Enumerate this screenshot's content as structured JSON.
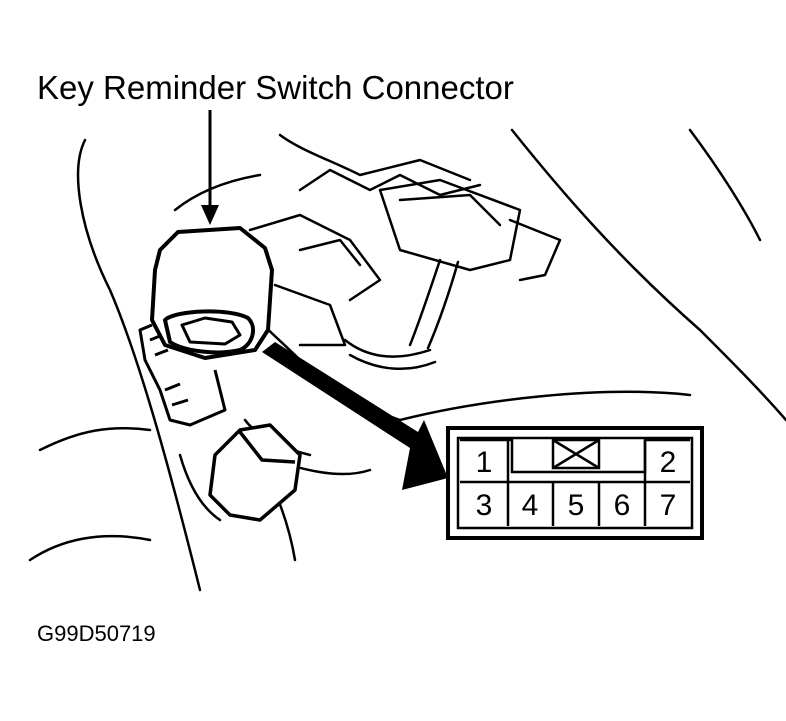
{
  "diagram": {
    "title": "Key Reminder Switch Connector",
    "code": "G99D50719"
  },
  "connector": {
    "pins": [
      "1",
      "2",
      "3",
      "4",
      "5",
      "6",
      "7"
    ]
  }
}
